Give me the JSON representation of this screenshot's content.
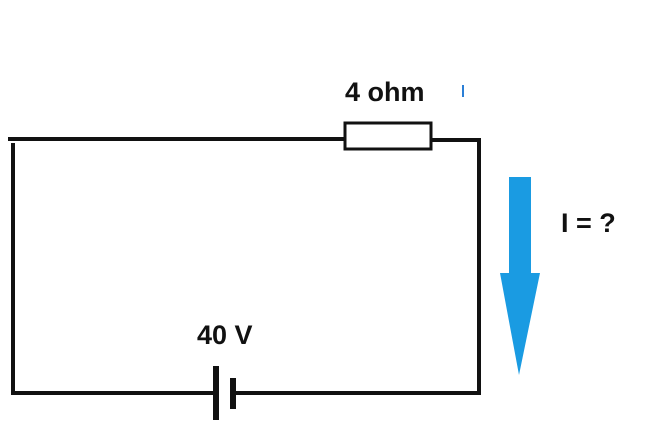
{
  "resistor_label": "4 ohm",
  "battery_label": "40 V",
  "current_label": "I = ?",
  "colors": {
    "wire": "#111111",
    "arrow": "#1a9be2",
    "background": "#ffffff",
    "text": "#111111"
  }
}
